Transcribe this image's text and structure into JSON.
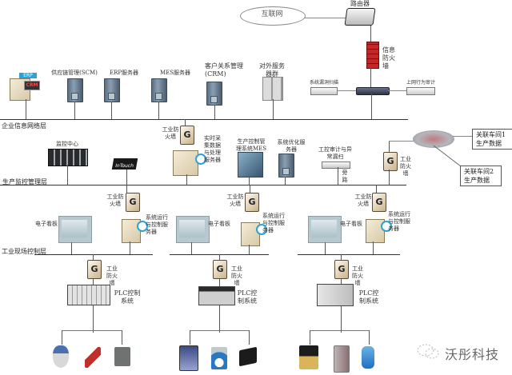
{
  "diagram": {
    "top": {
      "internet": "互联网",
      "router": "路由器",
      "info_firewall": "信息防火墙",
      "vuln_scan": "系统漏洞扫描",
      "net_audit": "上网行为审计"
    },
    "enterprise_layer": {
      "label": "企业信息网络层",
      "nodes": [
        {
          "label": "供应链管理(SCM)"
        },
        {
          "label": "ERP服务器"
        },
        {
          "label": "MES服务器"
        },
        {
          "label": "客户关系管理(CRM)"
        },
        {
          "label": "对外服务器群"
        }
      ],
      "workstation_badges": [
        "ERP",
        "CRM"
      ]
    },
    "monitor_layer": {
      "label": "生产监控管理层",
      "monitor_center": "监控中心",
      "intouch": "InTouch",
      "industrial_firewall": "工业防火墙",
      "realtime_server": "实时采集数据与处理服务器",
      "mes_system": "生产控制管理系统MES",
      "optimize_server": "系统优化服务器",
      "audit_scanner": "工控审计与异常漏扫",
      "bypass": "旁路",
      "firewall_right": "工业防火墙",
      "related1": "关联车间1生产数据",
      "related2": "关联车间2生产数据"
    },
    "field_layer": {
      "label": "工业现场控制层",
      "groups": [
        {
          "firewall": "工业防火墙",
          "board": "电子看板",
          "server": "系统运行与控制服务器"
        },
        {
          "firewall": "工业防火墙",
          "board": "电子看板",
          "server": "系统运行与控制服务器"
        },
        {
          "firewall": "工业防火墙",
          "board": "电子看板",
          "server": "系统运行与控制服务器"
        }
      ]
    },
    "plc_layer": {
      "groups": [
        {
          "firewall": "工业防火墙",
          "plc": "PLC控制系统",
          "devices": [
            "flowmeter-icon",
            "robot-arm-icon",
            "motor-icon"
          ]
        },
        {
          "firewall": "工业防火墙",
          "plc": "PLC控制系统",
          "devices": [
            "analyzer-icon",
            "butterfly-valve-icon",
            "meter-display-icon"
          ]
        },
        {
          "firewall": "工业防火墙",
          "plc": "PLC控制系统",
          "devices": [
            "solenoid-valve-icon",
            "sensor-panel-icon",
            "electromagnetic-flowmeter-icon"
          ]
        }
      ]
    },
    "watermark": "沃彤科技",
    "colors": {
      "firewall_red": "#c0282a",
      "accent_blue": "#2aa3d8",
      "line": "#333333"
    }
  }
}
